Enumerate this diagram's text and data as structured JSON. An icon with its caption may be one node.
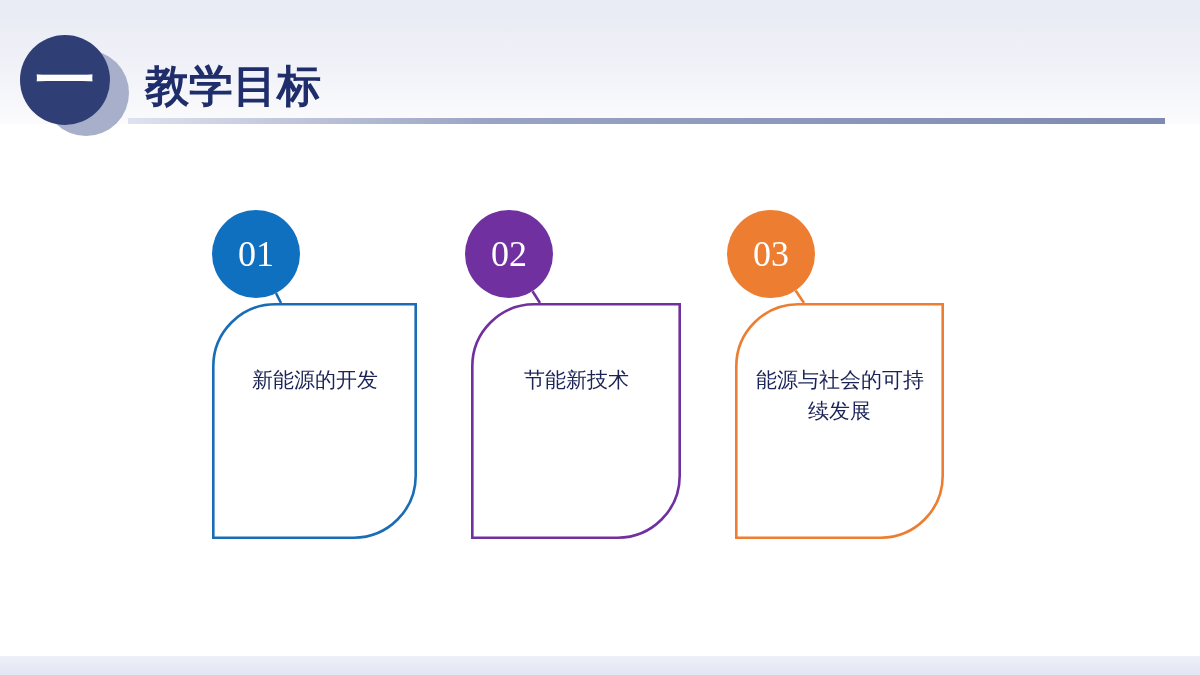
{
  "diagram": {
    "title": "教学目标",
    "nodes": [
      {
        "text": [
          "一"
        ]
      },
      {
        "text": [
          "01"
        ]
      },
      {
        "text": [
          "新能源的开发"
        ]
      },
      {
        "text": [
          "02"
        ]
      },
      {
        "text": [
          "节能新技术"
        ]
      },
      {
        "text": [
          "03"
        ]
      },
      {
        "text": [
          "能源与社会的可持续发展"
        ]
      }
    ],
    "edges": [
      {
        "from": 1,
        "to": 2,
        "arrow": "none",
        "color": "#1a6db5"
      },
      {
        "from": 3,
        "to": 4,
        "arrow": "none",
        "color": "#7030a0"
      },
      {
        "from": 5,
        "to": 6,
        "arrow": "none",
        "color": "#ed7d31"
      }
    ]
  }
}
